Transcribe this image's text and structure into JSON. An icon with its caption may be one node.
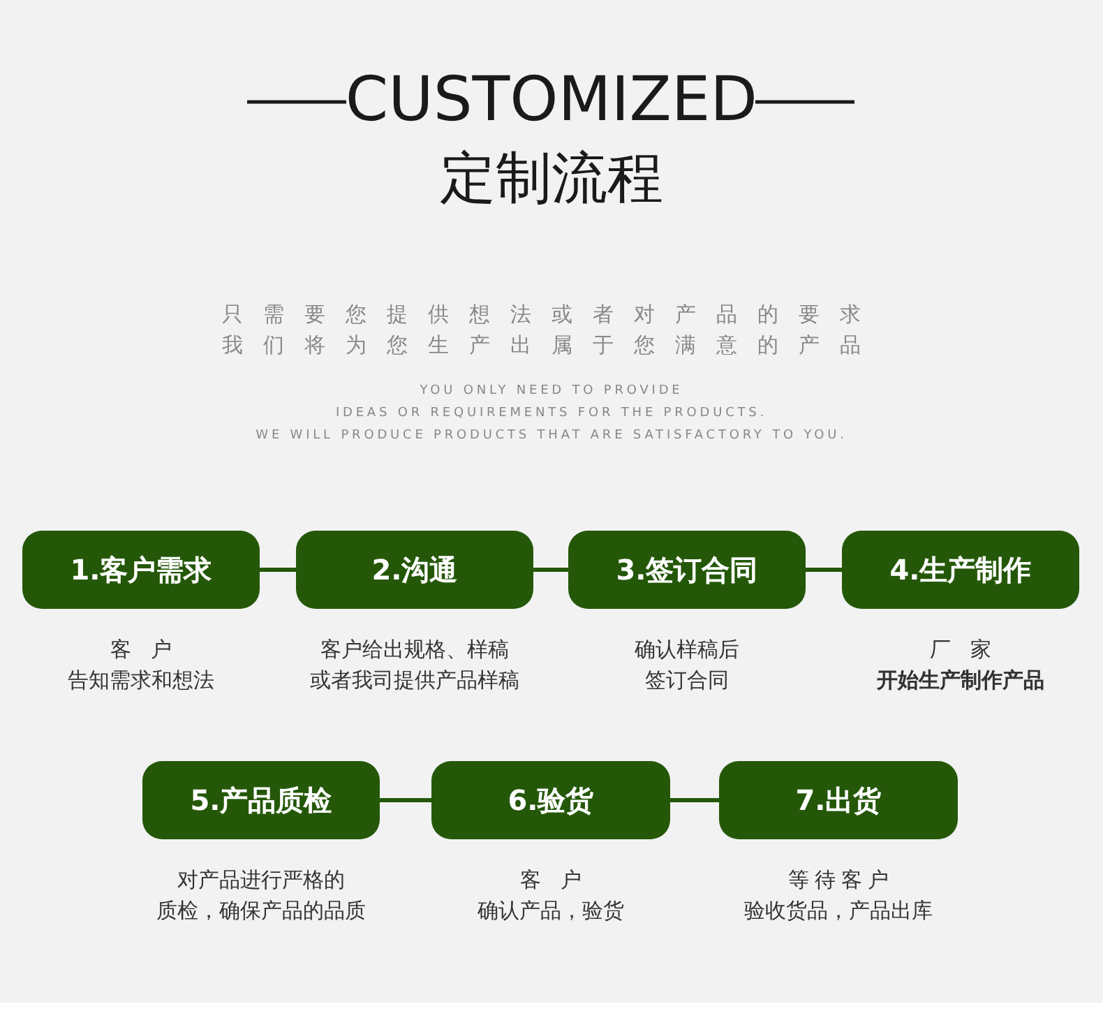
{
  "diagram": {
    "title": "CUSTOMIZED",
    "caption": "定制流程",
    "nodes": [
      {
        "text": [
          "1.客户需求"
        ],
        "beside": [
          "客户",
          "告知需求和想法"
        ]
      },
      {
        "text": [
          "2.沟通"
        ],
        "beside": [
          "客户给出规格、样稿",
          "或者我司提供产品样稿"
        ]
      },
      {
        "text": [
          "3.签订合同"
        ],
        "beside": [
          "确认样稿后",
          "签订合同"
        ]
      },
      {
        "text": [
          "4.生产制作"
        ],
        "beside": [
          "厂家",
          "开始生产制作产品"
        ]
      },
      {
        "text": [
          "5.产品质检"
        ],
        "beside": [
          "对产品进行严格的",
          "质检，确保产品的品质"
        ]
      },
      {
        "text": [
          "6.验货"
        ],
        "beside": [
          "客户",
          "确认产品，验货"
        ]
      },
      {
        "text": [
          "7.出货"
        ],
        "beside": [
          "等待客户",
          "验收货品，产品出库"
        ]
      }
    ],
    "edges": [
      {
        "from": 0,
        "to": 1,
        "arrow": "none"
      },
      {
        "from": 1,
        "to": 2,
        "arrow": "none"
      },
      {
        "from": 2,
        "to": 3,
        "arrow": "none"
      },
      {
        "from": 4,
        "to": 5,
        "arrow": "none"
      },
      {
        "from": 5,
        "to": 6,
        "arrow": "none"
      }
    ],
    "labels": [
      "只需要您提供想法或者对产品的要求",
      "我们将为您生产出属于您满意的产品",
      "YOU ONLY NEED TO PROVIDE",
      "IDEAS OR REQUIREMENTS FOR THE PRODUCTS.",
      "WE WILL PRODUCE PRODUCTS THAT ARE SATISFACTORY TO YOU."
    ]
  }
}
